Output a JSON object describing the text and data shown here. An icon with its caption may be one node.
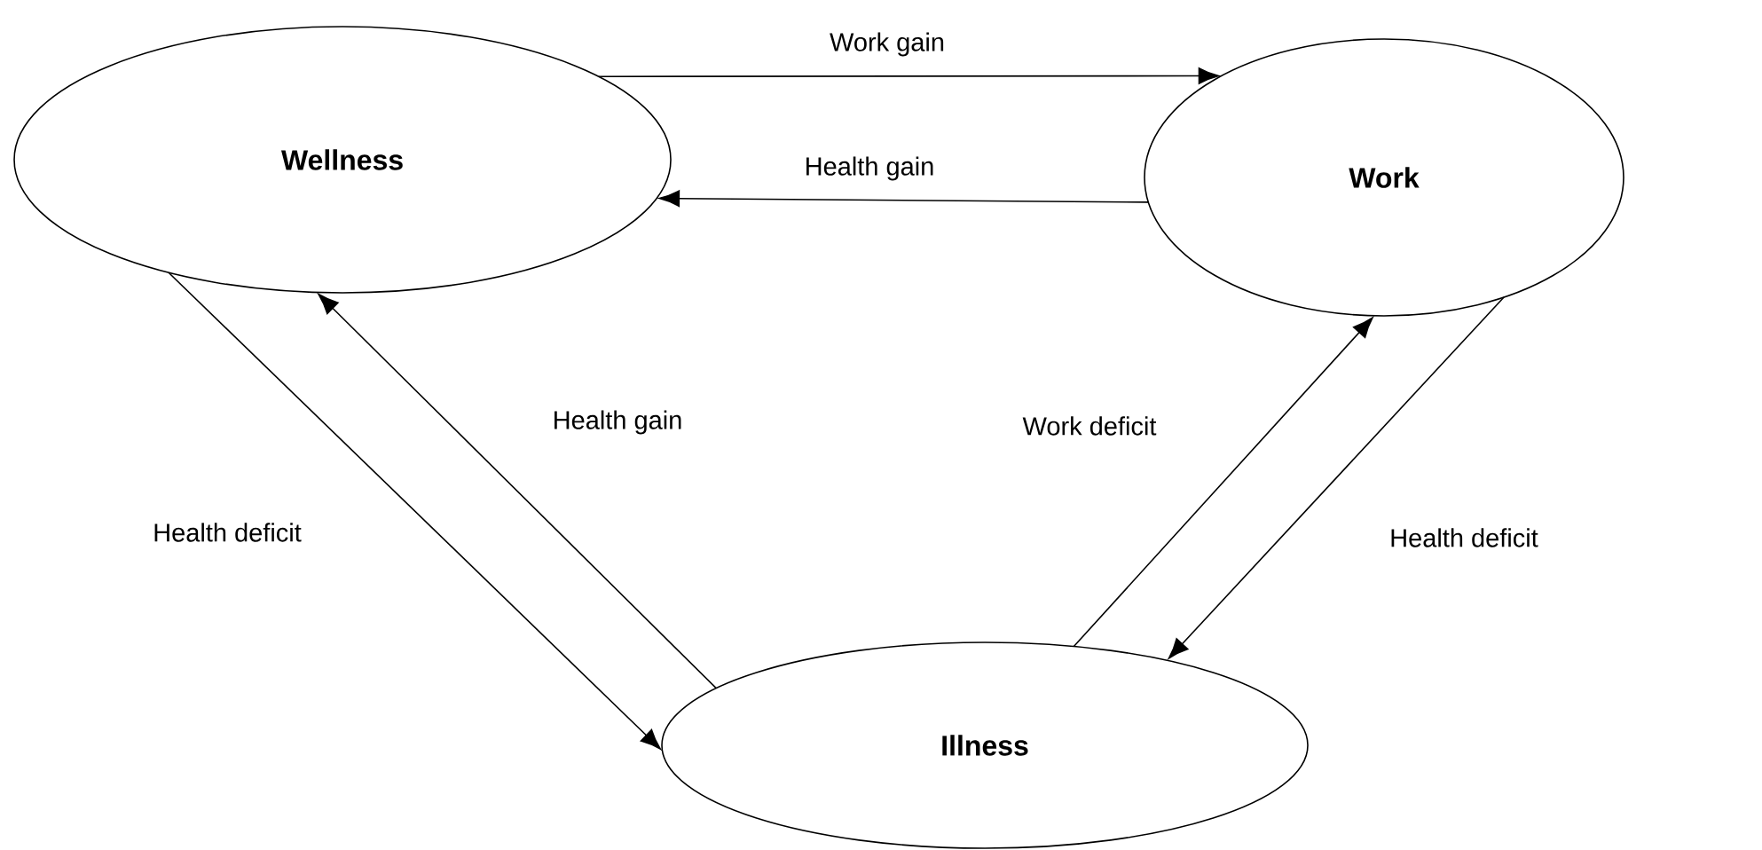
{
  "diagram": {
    "nodes": [
      {
        "text": [
          "Wellness"
        ]
      },
      {
        "text": [
          "Work"
        ]
      },
      {
        "text": [
          "Illness"
        ]
      }
    ],
    "edges": [
      {
        "from": 0,
        "to": 1,
        "arrow": "to",
        "label": "Work gain"
      },
      {
        "from": 1,
        "to": 0,
        "arrow": "to",
        "label": "Health gain"
      },
      {
        "from": 0,
        "to": 2,
        "arrow": "to",
        "label": "Health deficit"
      },
      {
        "from": 2,
        "to": 0,
        "arrow": "to",
        "label": "Health gain"
      },
      {
        "from": 2,
        "to": 1,
        "arrow": "to",
        "label": "Work deficit"
      },
      {
        "from": 1,
        "to": 2,
        "arrow": "to",
        "label": "Health deficit"
      }
    ]
  }
}
